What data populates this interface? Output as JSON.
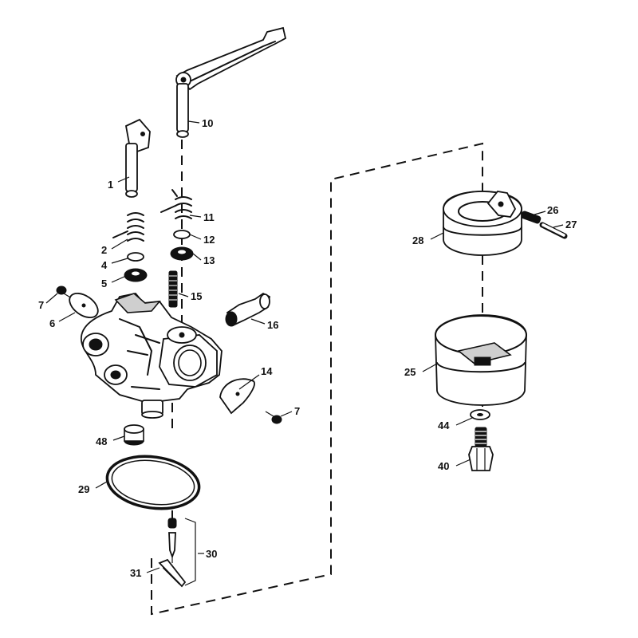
{
  "diagram": {
    "labels": {
      "p1": "1",
      "p2": "2",
      "p4": "4",
      "p5": "5",
      "p6": "6",
      "p7a": "7",
      "p7b": "7",
      "p10": "10",
      "p11": "11",
      "p12": "12",
      "p13": "13",
      "p14": "14",
      "p15": "15",
      "p16": "16",
      "p25": "25",
      "p26": "26",
      "p27": "27",
      "p28": "28",
      "p29": "29",
      "p30": "30",
      "p31": "31",
      "p40": "40",
      "p44": "44",
      "p48": "48"
    },
    "colors": {
      "ink": "#111111",
      "paper": "#ffffff",
      "shade": "#cfcfcf"
    }
  }
}
